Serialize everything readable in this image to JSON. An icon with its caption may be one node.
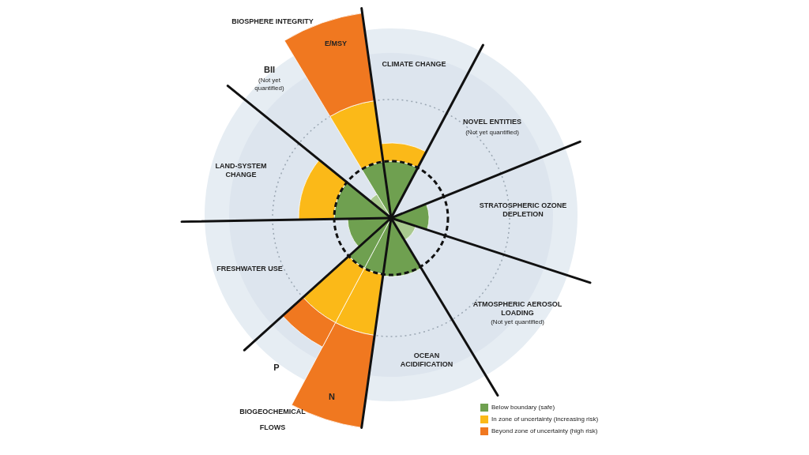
{
  "diagram": {
    "labels": [
      "BIOSPHERE INTEGRITY",
      "E/MSY",
      "BII",
      "(Not yet quantified)",
      "CLIMATE CHANGE",
      "NOVEL ENTITIES",
      "(Not yet quantified)",
      "LAND-SYSTEM CHANGE",
      "STRATOSPHERIC OZONE DEPLETION",
      "FRESHWATER USE",
      "ATMOSPHERIC AEROSOL LOADING",
      "(Not yet quantified)",
      "OCEAN ACIDIFICATION",
      "P",
      "N",
      "BIOGEOCHEMICAL",
      "FLOWS"
    ],
    "legend": [
      {
        "text": "Below boundary (safe)",
        "color": "#6fa050"
      },
      {
        "text": "In zone of uncertainty (increasing risk)",
        "color": "#fbb918"
      },
      {
        "text": "Beyond zone of uncertainty (high risk)",
        "color": "#f07820"
      }
    ]
  }
}
